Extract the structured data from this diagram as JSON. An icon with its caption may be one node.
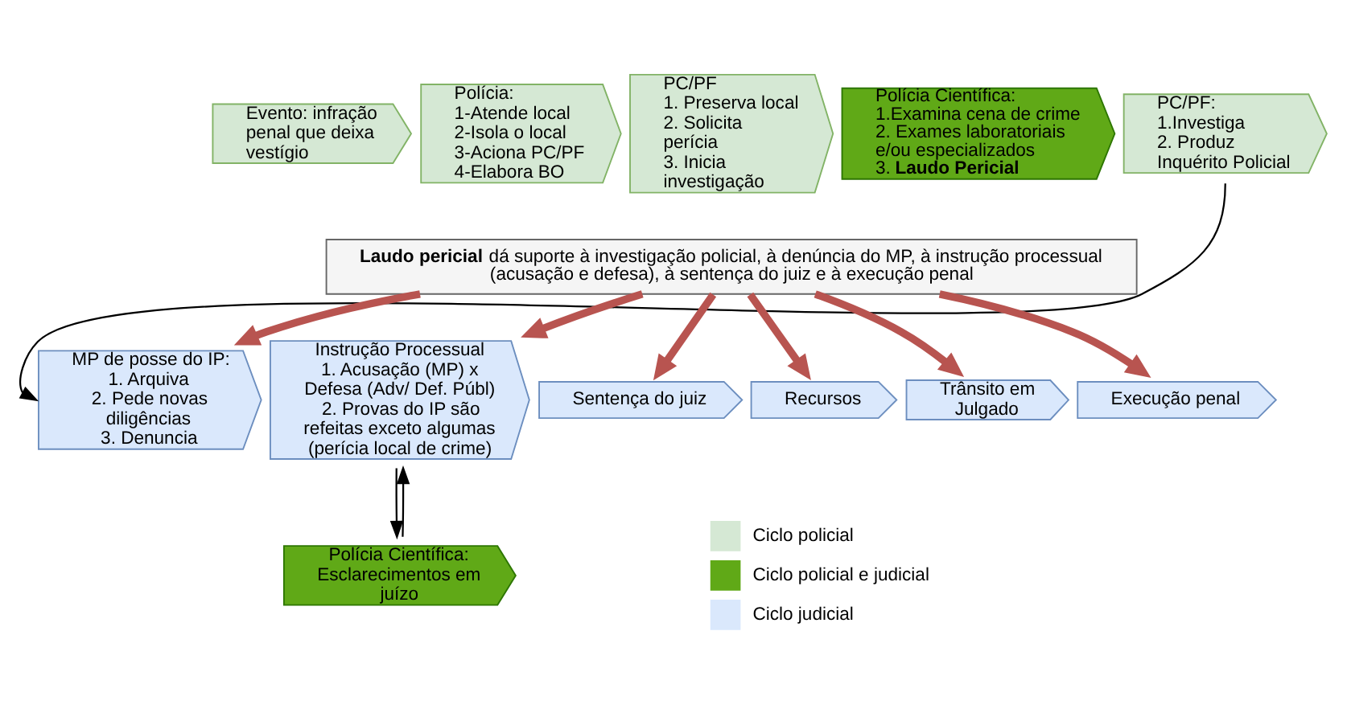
{
  "diagram": {
    "nodes": [
      {
        "text": [
          "Evento: infração penal que deixa vestígio"
        ]
      },
      {
        "text": [
          "Polícia:",
          "1-Atende local",
          "2-Isola o local",
          "3-Aciona PC/PF",
          "4-Elabora BO"
        ]
      },
      {
        "text": [
          "PC/PF",
          "1. Preserva local",
          "2. Solicita perícia",
          "3. Inicia investigação"
        ]
      },
      {
        "text": [
          "Polícia Científica:",
          "1.Examina cena de crime",
          "2. Exames laboratoriais e/ou especializados",
          "3. **Laudo Pericial**"
        ]
      },
      {
        "text": [
          "PC/PF:",
          "1.Investiga",
          "2. Produz Inquérito Policial"
        ]
      },
      {
        "text": [
          "**Laudo pericial** dá suporte à investigação policial, à denúncia do MP, à instrução processual (acusação e defesa), à sentença do juiz e à execução penal"
        ]
      },
      {
        "text": [
          "MP de posse do IP:",
          "1. Arquiva",
          "2. Pede novas diligências",
          "3. Denuncia"
        ]
      },
      {
        "text": [
          "Instrução Processual",
          "1. Acusação (MP) x Defesa (Adv/ Def. Públ)",
          "2. Provas do IP são refeitas exceto algumas (perícia local de crime)"
        ]
      },
      {
        "text": [
          "Sentença do juiz"
        ]
      },
      {
        "text": [
          "Recursos"
        ]
      },
      {
        "text": [
          "Trânsito em Julgado"
        ]
      },
      {
        "text": [
          "Execução penal"
        ]
      },
      {
        "text": [
          "Polícia Científica: Esclarecimentos em juízo"
        ]
      }
    ],
    "edges": [
      {
        "from": 4,
        "to": 6,
        "arrow": "to",
        "color": "#000000"
      },
      {
        "from": 5,
        "to": 6,
        "arrow": "to"
      },
      {
        "from": 5,
        "to": 7,
        "arrow": "to"
      },
      {
        "from": 5,
        "to": 8,
        "arrow": "to"
      },
      {
        "from": 5,
        "to": 9,
        "arrow": "to"
      },
      {
        "from": 5,
        "to": 10,
        "arrow": "to"
      },
      {
        "from": 5,
        "to": 11,
        "arrow": "to"
      },
      {
        "from": 7,
        "to": 12,
        "arrow": "to",
        "color": "#000000"
      },
      {
        "from": 12,
        "to": 7,
        "arrow": "to",
        "color": "#000000"
      }
    ],
    "legend": [
      {
        "text": "Ciclo policial",
        "color": "#d5e8d4"
      },
      {
        "text": "Ciclo policial e judicial",
        "color": "#60a917"
      },
      {
        "text": "Ciclo judicial",
        "color": "#dae8fc"
      }
    ]
  }
}
